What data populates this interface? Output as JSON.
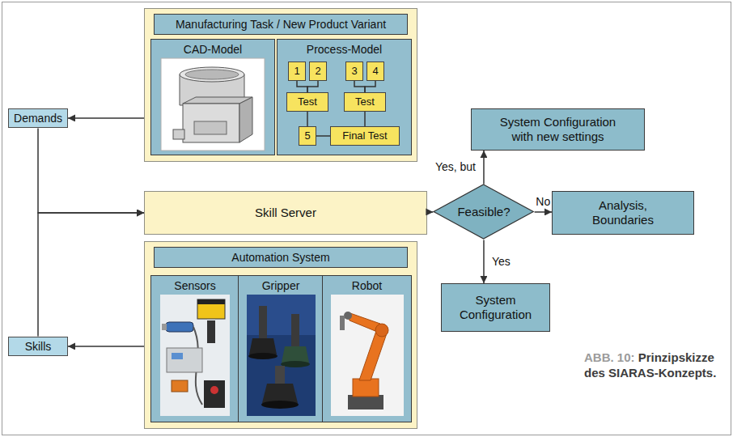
{
  "diagram": {
    "caption": "ABB. 10: Prinzipskizze des SIARAS-Konzepts.",
    "nodes": [
      {
        "text": [
          "Manufacturing Task / New Product Variant"
        ]
      },
      {
        "text": [
          "CAD-Model"
        ],
        "in": 0
      },
      {
        "text": [
          "Process-Model"
        ],
        "in": 0
      },
      {
        "text": [
          "1"
        ],
        "in": 2
      },
      {
        "text": [
          "2"
        ],
        "in": 2
      },
      {
        "text": [
          "3"
        ],
        "in": 2
      },
      {
        "text": [
          "4"
        ],
        "in": 2
      },
      {
        "text": [
          "Test"
        ],
        "in": 2
      },
      {
        "text": [
          "Test"
        ],
        "in": 2
      },
      {
        "text": [
          "5"
        ],
        "in": 2
      },
      {
        "text": [
          "Final Test"
        ],
        "in": 2
      },
      {
        "text": [
          "Demands"
        ]
      },
      {
        "text": [
          "Skill Server"
        ]
      },
      {
        "text": [
          "Feasible?"
        ]
      },
      {
        "text": [
          "System Configuration with new settings"
        ]
      },
      {
        "text": [
          "Analysis, Boundaries"
        ]
      },
      {
        "text": [
          "System Configuration"
        ]
      },
      {
        "text": [
          "Automation System"
        ]
      },
      {
        "text": [
          "Sensors"
        ],
        "in": 17
      },
      {
        "text": [
          "Gripper"
        ],
        "in": 17
      },
      {
        "text": [
          "Robot"
        ],
        "in": 17
      },
      {
        "text": [
          "Skills"
        ]
      }
    ],
    "edges": [
      {
        "from": 0,
        "to": 11,
        "arrow": "to"
      },
      {
        "from": 17,
        "to": 21,
        "arrow": "to"
      },
      {
        "from": 11,
        "to": 12,
        "arrow": "to"
      },
      {
        "from": 21,
        "to": 12,
        "arrow": "to"
      },
      {
        "from": 12,
        "to": 13,
        "arrow": "to"
      },
      {
        "from": 13,
        "to": 14,
        "label": "Yes, but",
        "arrow": "to"
      },
      {
        "from": 13,
        "to": 15,
        "label": "No",
        "arrow": "to"
      },
      {
        "from": 13,
        "to": 16,
        "label": "Yes",
        "arrow": "to"
      },
      {
        "from": 3,
        "to": 7,
        "arrow": "none"
      },
      {
        "from": 4,
        "to": 7,
        "arrow": "none"
      },
      {
        "from": 5,
        "to": 8,
        "arrow": "none"
      },
      {
        "from": 6,
        "to": 8,
        "arrow": "none"
      },
      {
        "from": 7,
        "to": 9,
        "arrow": "none"
      },
      {
        "from": 8,
        "to": 10,
        "arrow": "none"
      },
      {
        "from": 9,
        "to": 10,
        "arrow": "none"
      }
    ]
  }
}
